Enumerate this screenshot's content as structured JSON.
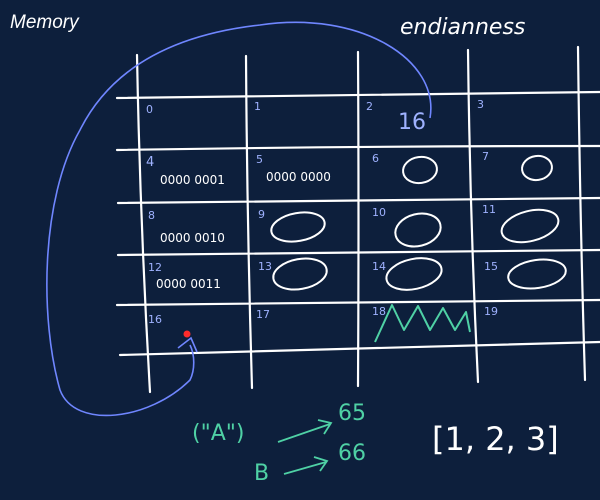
{
  "title": "Memory",
  "heading_note": "endianness",
  "arrow_value": "16",
  "colors": {
    "background": "#0d1f3c",
    "grid": "#ffffff",
    "index": "#9fb2ff",
    "arrow": "#6f86ff",
    "note": "#4fd1a5",
    "pointer": "#ff2b2b"
  },
  "cells": [
    {
      "index": "0",
      "bits": ""
    },
    {
      "index": "1",
      "bits": ""
    },
    {
      "index": "2",
      "bits": ""
    },
    {
      "index": "3",
      "bits": ""
    },
    {
      "index": "4",
      "bits": "0000 0001"
    },
    {
      "index": "5",
      "bits": "0000 0000"
    },
    {
      "index": "6",
      "bits": ""
    },
    {
      "index": "7",
      "bits": ""
    },
    {
      "index": "8",
      "bits": "0000 0010"
    },
    {
      "index": "9",
      "bits": ""
    },
    {
      "index": "10",
      "bits": ""
    },
    {
      "index": "11",
      "bits": ""
    },
    {
      "index": "12",
      "bits": "0000 0011"
    },
    {
      "index": "13",
      "bits": ""
    },
    {
      "index": "14",
      "bits": ""
    },
    {
      "index": "15",
      "bits": ""
    },
    {
      "index": "16",
      "bits": ""
    },
    {
      "index": "17",
      "bits": ""
    },
    {
      "index": "18",
      "bits": ""
    },
    {
      "index": "19",
      "bits": ""
    }
  ],
  "char_notes": [
    {
      "char": "(\"A\")",
      "code": "65"
    },
    {
      "char": "B",
      "code": "66"
    }
  ],
  "array": "[1, 2, 3]"
}
